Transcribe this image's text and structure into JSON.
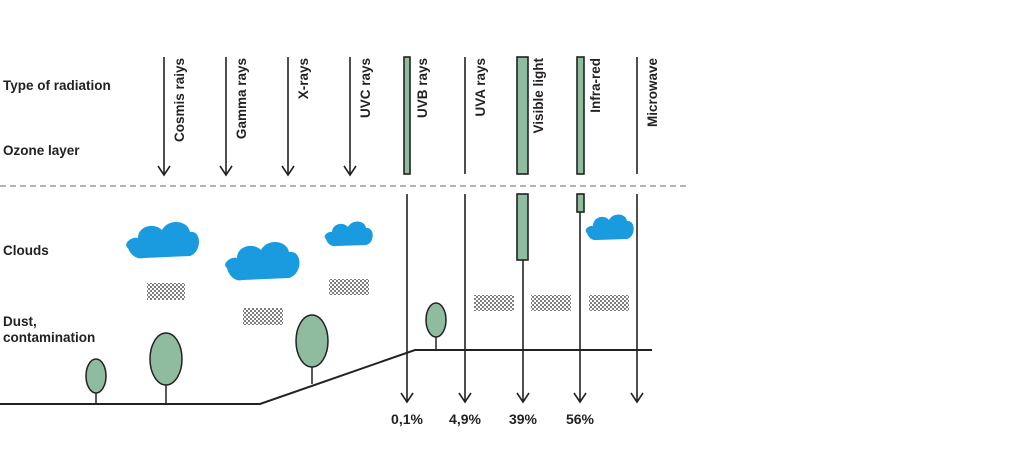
{
  "row_labels": {
    "radiation": "Type of radiation",
    "ozone": "Ozone layer",
    "clouds": "Clouds",
    "dust_line1": "Dust,",
    "dust_line2": "contamination"
  },
  "rays": [
    {
      "label": "Cosmis raiys",
      "reaches_ground": false
    },
    {
      "label": "Gamma rays",
      "reaches_ground": false
    },
    {
      "label": "X-rays",
      "reaches_ground": false
    },
    {
      "label": "UVC rays",
      "reaches_ground": false
    },
    {
      "label": "UVB rays",
      "reaches_ground": true,
      "percent": "0,1%"
    },
    {
      "label": "UVA rays",
      "reaches_ground": true,
      "percent": "4,9%"
    },
    {
      "label": "Visible light",
      "reaches_ground": true,
      "percent": "39%"
    },
    {
      "label": "Infra-red",
      "reaches_ground": true,
      "percent": "56%"
    },
    {
      "label": "Microwave",
      "reaches_ground": true,
      "percent": ""
    }
  ],
  "colors": {
    "tree": "#8fbc9f",
    "cloud": "#1a9be0",
    "band": "#8fbc9f",
    "line": "#222222",
    "dashed": "#888888"
  }
}
